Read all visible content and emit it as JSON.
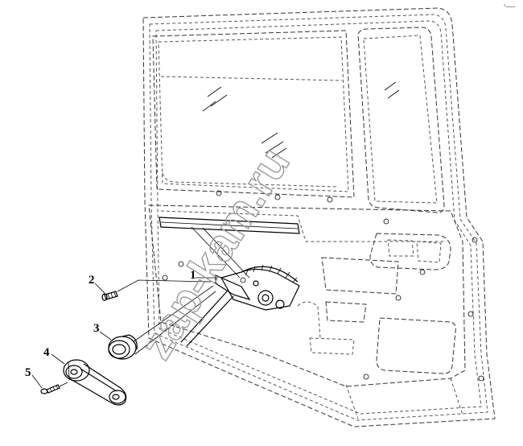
{
  "diagram": {
    "corner_mark": "°——",
    "watermark": "zap-kam.ru",
    "callouts": [
      {
        "id": "1",
        "label": "1"
      },
      {
        "id": "2",
        "label": "2"
      },
      {
        "id": "3",
        "label": "3"
      },
      {
        "id": "4",
        "label": "4"
      },
      {
        "id": "5",
        "label": "5"
      }
    ]
  }
}
